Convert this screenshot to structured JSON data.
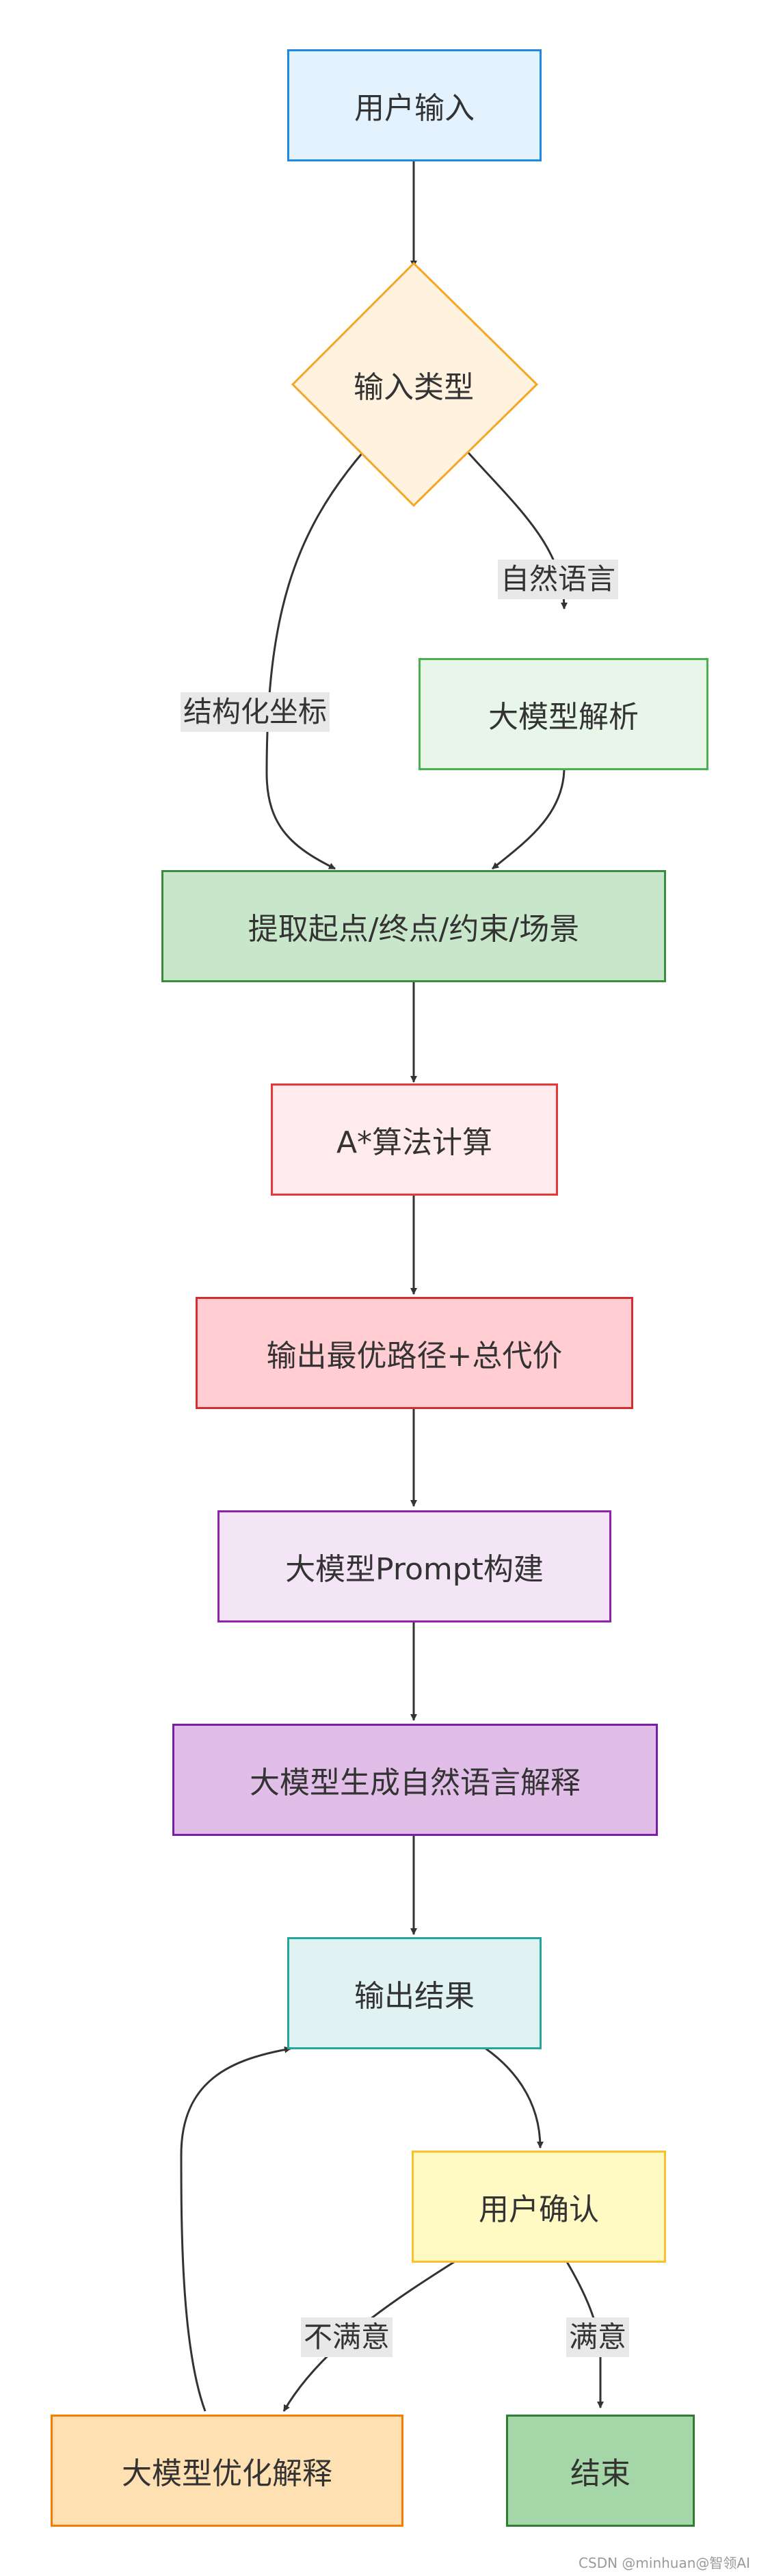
{
  "nodes": {
    "user_input": "用户输入",
    "input_type": "输入类型",
    "llm_parse": "大模型解析",
    "extract": "提取起点/终点/约束/场景",
    "astar": "A*算法计算",
    "output_path": "输出最优路径+总代价",
    "prompt_build": "大模型Prompt构建",
    "llm_explain": "大模型生成自然语言解释",
    "output_result": "输出结果",
    "user_confirm": "用户确认",
    "llm_optimize": "大模型优化解释",
    "end": "结束"
  },
  "edge_labels": {
    "natural_language": "自然语言",
    "structured_coords": "结构化坐标",
    "not_satisfied": "不满意",
    "satisfied": "满意"
  },
  "watermark": "CSDN @minhuan@智领AI",
  "colors": {
    "blue_fill": "#E3F2FD",
    "blue_border": "#1E88E5",
    "orange_fill": "#FFF3E0",
    "orange_border": "#F5A623",
    "green_fill": "#E8F5E9",
    "green_border": "#4CAF50",
    "green2_fill": "#C8E6C9",
    "green2_border": "#388E3C",
    "red_fill": "#FFEBEE",
    "red_border": "#E53935",
    "red2_fill": "#FFCDD2",
    "red2_border": "#D32F2F",
    "purple_fill": "#F3E5F5",
    "purple_border": "#8E24AA",
    "purple2_fill": "#E1BEE7",
    "purple2_border": "#7B1FA2",
    "teal_fill": "#E0F2F1",
    "teal_border": "#26A69A",
    "yellow_fill": "#FFF9C4",
    "yellow_border": "#FBC02D",
    "peach_fill": "#FFE0B2",
    "peach_border": "#F57C00",
    "green3_fill": "#A5D6A7",
    "green3_border": "#2E7D32"
  }
}
